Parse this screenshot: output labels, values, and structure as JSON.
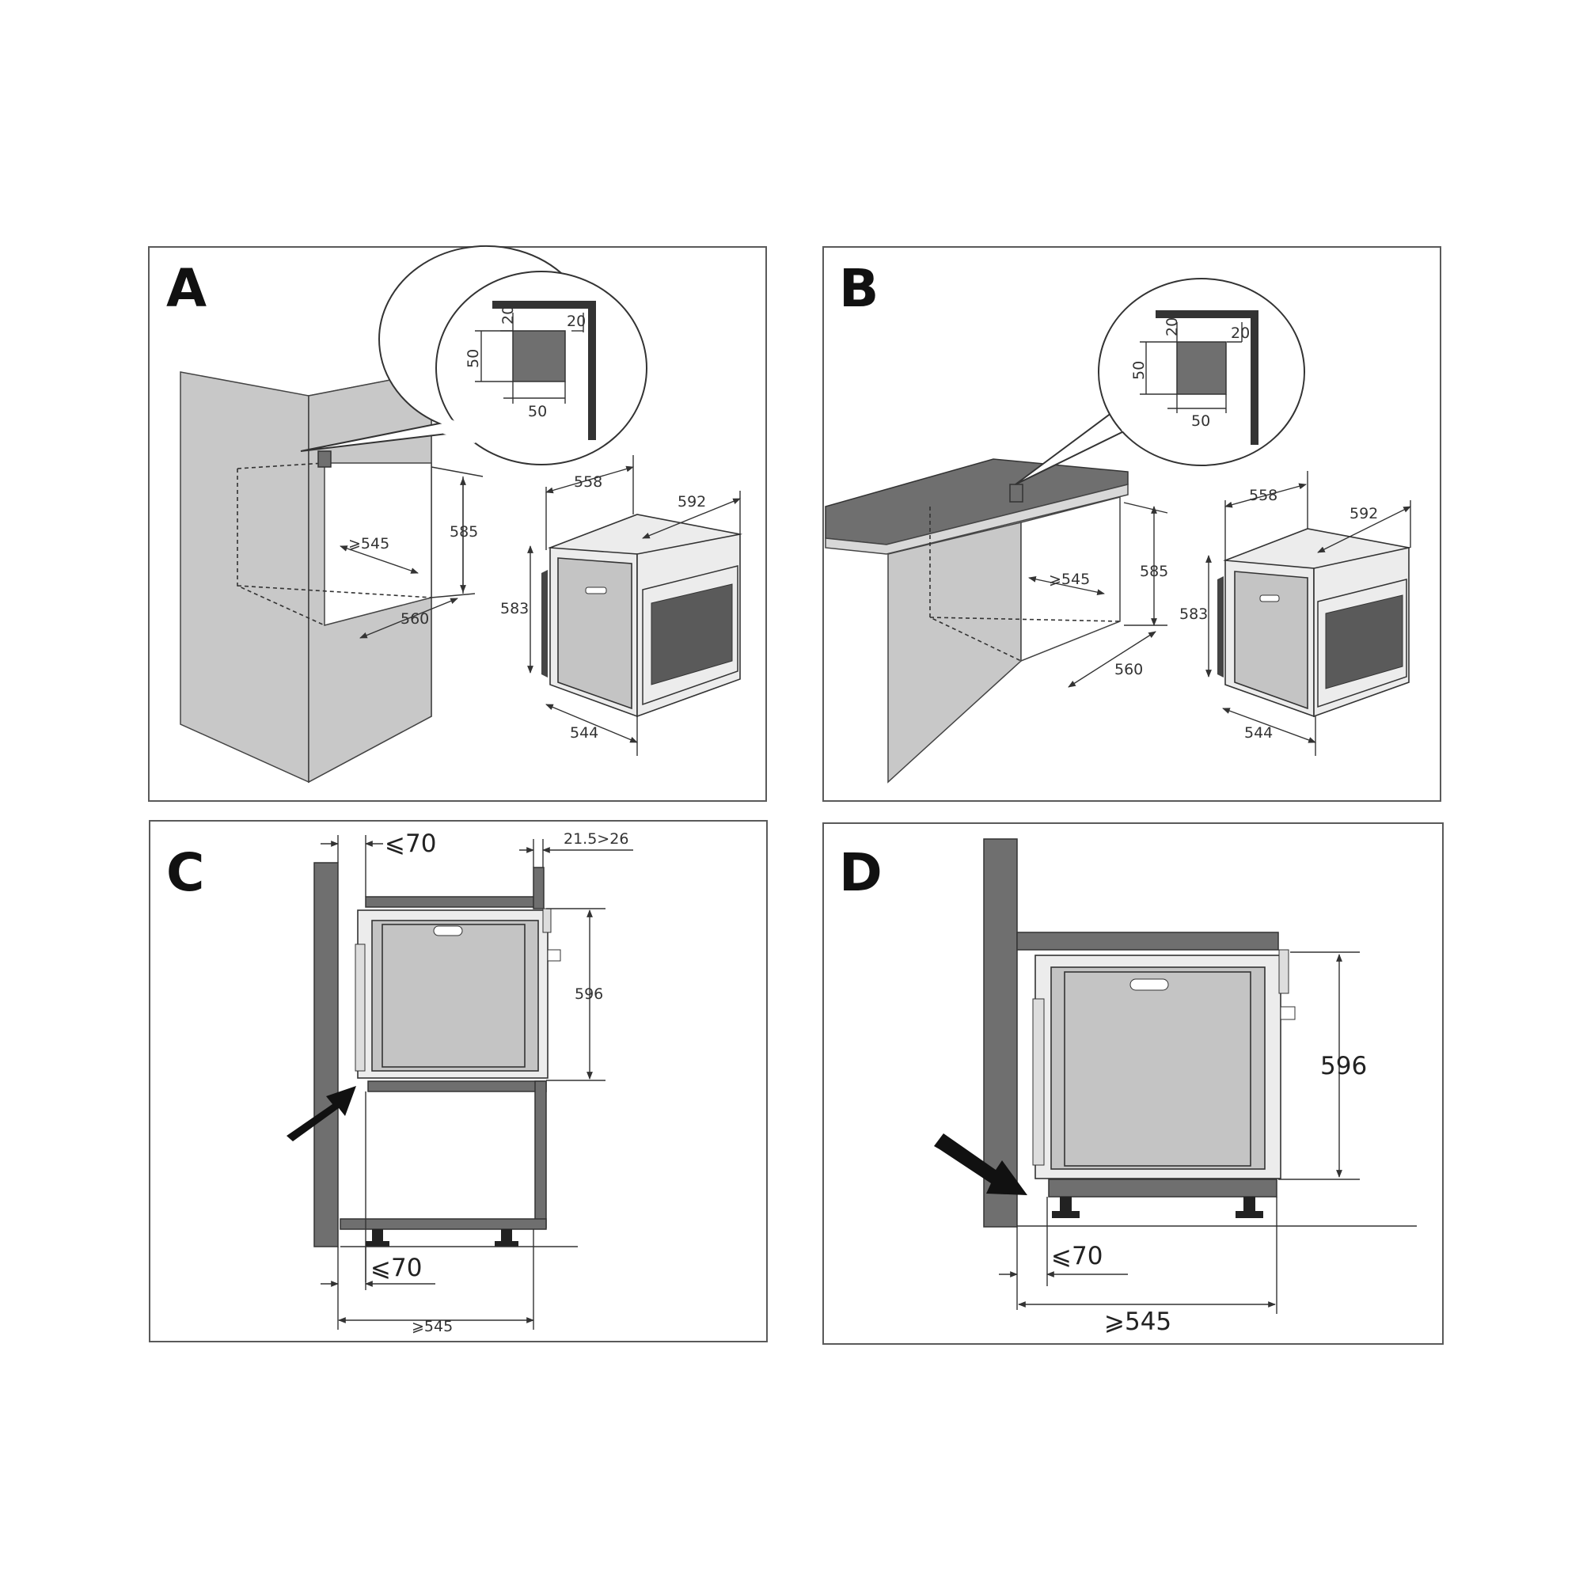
{
  "panels": {
    "a": {
      "letter": "A",
      "detail": {
        "v20": "20",
        "h20": "20",
        "v50": "50",
        "h50": "50"
      },
      "niche": {
        "depth_min": "⩾545",
        "height": "585",
        "width": "560"
      },
      "oven": {
        "width": "558",
        "depth": "592",
        "height": "583",
        "side": "544"
      }
    },
    "b": {
      "letter": "B",
      "detail": {
        "v20": "20",
        "h20": "20",
        "v50": "50",
        "h50": "50"
      },
      "niche": {
        "depth_min": "⩾545",
        "height": "585",
        "width": "560"
      },
      "oven": {
        "width": "558",
        "depth": "592",
        "height": "583",
        "side": "544"
      }
    },
    "c": {
      "letter": "C",
      "gap_top": "⩽70",
      "panel_thickness": "21.5>26",
      "height": "596",
      "gap_bottom": "⩽70",
      "depth_min": "⩾545"
    },
    "d": {
      "letter": "D",
      "height": "596",
      "gap": "⩽70",
      "depth_min": "⩾545"
    }
  }
}
